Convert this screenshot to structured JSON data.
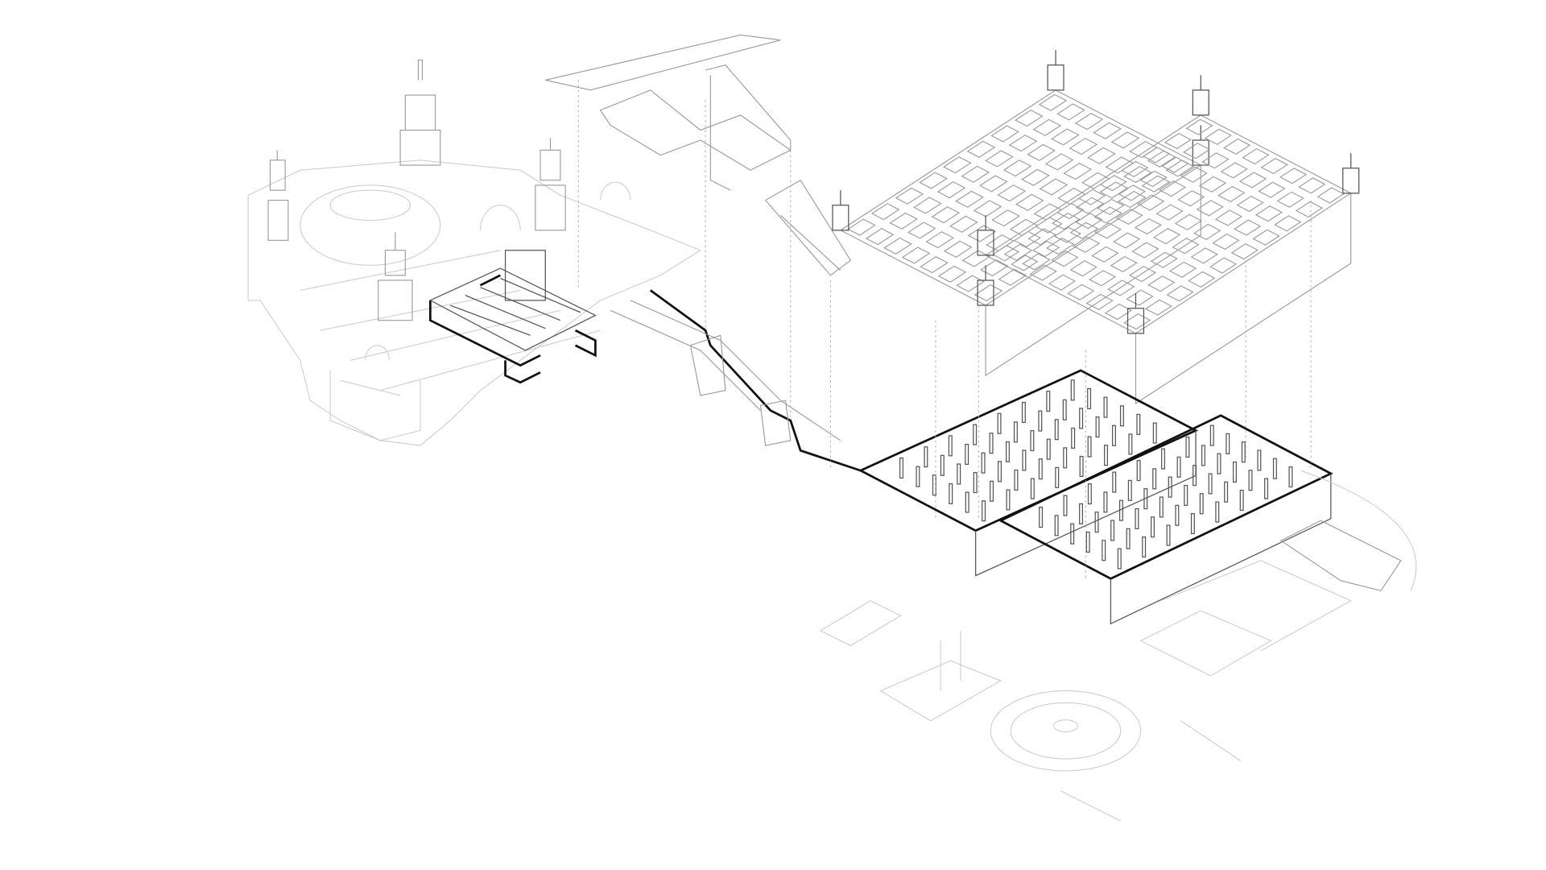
{
  "colors": {
    "background": "#ffffff",
    "line_faint": "#c9c9c9",
    "line_mid": "#9a9a9a",
    "line_dark": "#555555",
    "line_bold": "#111111"
  },
  "grids": {
    "roof_left": {
      "rows": 8,
      "cols": 9
    },
    "roof_right": {
      "rows": 8,
      "cols": 10
    },
    "hall_left_columns": {
      "rows": 6,
      "cols": 8
    },
    "hall_right_columns": {
      "rows": 6,
      "cols": 8
    }
  }
}
